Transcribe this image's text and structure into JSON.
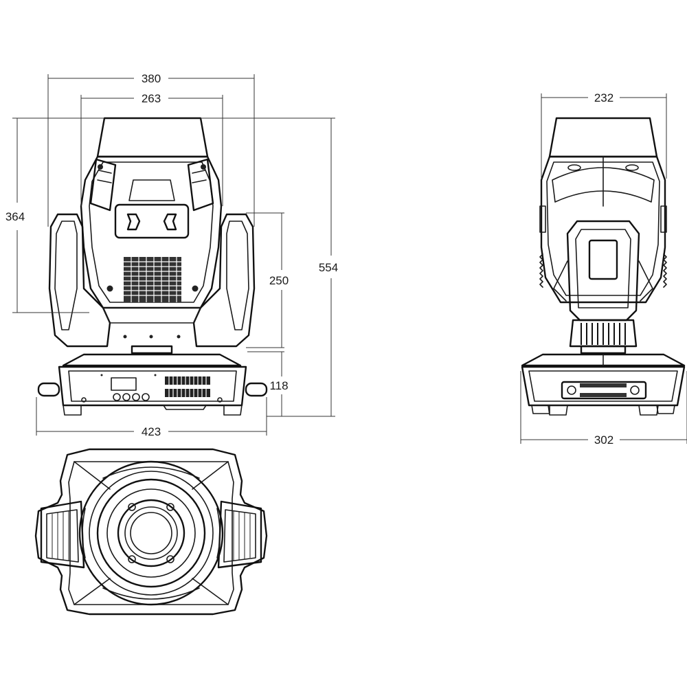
{
  "dimensions": {
    "front_width_overall": "380",
    "front_width_head": "263",
    "front_height_head": "364",
    "front_height_total": "554",
    "front_height_yoke": "250",
    "front_height_base": "118",
    "front_width_base": "423",
    "side_width_head": "232",
    "side_width_base": "302"
  }
}
